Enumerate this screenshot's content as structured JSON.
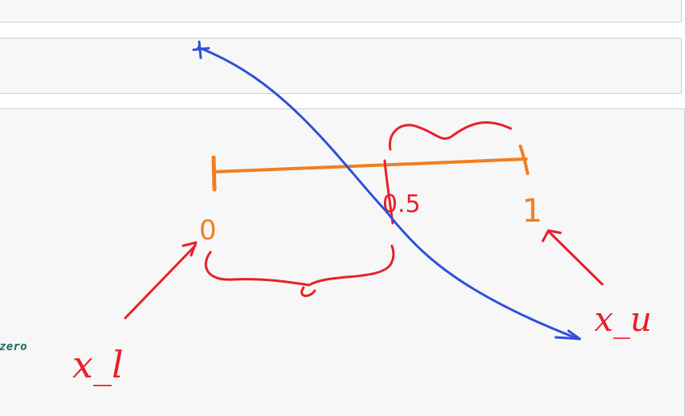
{
  "notebook": {
    "code_fragment": "zero"
  },
  "annotations": {
    "start_label": "0",
    "mid_label": "0.5",
    "end_label": "1",
    "lower_label": "x_l",
    "upper_label": "x_u"
  },
  "colors": {
    "orange": "#f07f22",
    "red": "#e8202a",
    "blue": "#2f4fdc",
    "code_text": "#1f6b64",
    "cell_background": "#f7f7f7",
    "cell_border": "#cfcfcf"
  }
}
